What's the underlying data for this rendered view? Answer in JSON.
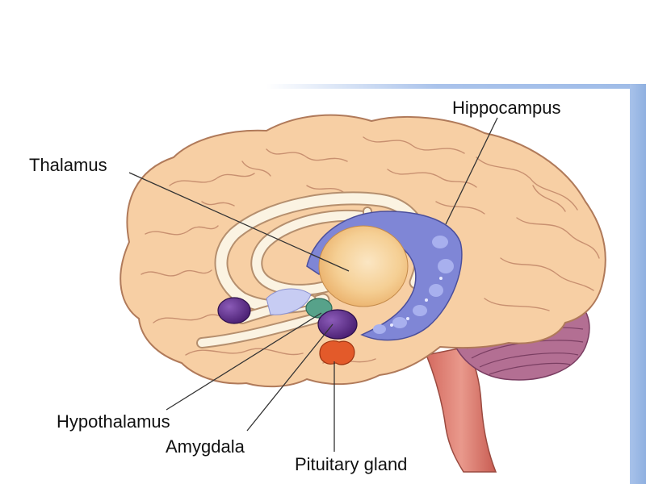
{
  "diagram": {
    "labels": {
      "hippocampus": "Hippocampus",
      "thalamus": "Thalamus",
      "hypothalamus": "Hypothalamus",
      "amygdala": "Amygdala",
      "pituitary": "Pituitary gland"
    }
  },
  "colors": {
    "brain": "#f7cfa4",
    "brain_outline": "#b07a5a",
    "hippocampus": "#7f86d6",
    "thalamus": "#f3c27c",
    "amygdala": "#5b2b86",
    "hypothalamus": "#57a28a",
    "pituitary": "#e35a2a",
    "brainstem": "#d9756a",
    "cerebellum": "#b16a8e"
  }
}
